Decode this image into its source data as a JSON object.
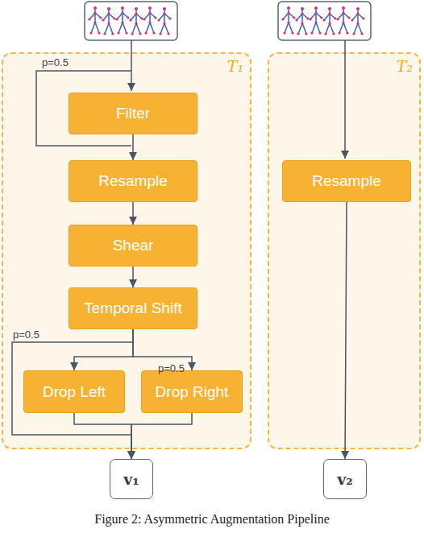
{
  "diagram": {
    "caption": "Figure 2: Asymmetric Augmentation Pipeline",
    "nodes": [
      {
        "text": [
          "T₁"
        ]
      },
      {
        "text": [
          "Filter"
        ],
        "in": 0
      },
      {
        "text": [
          "Resample"
        ],
        "in": 0
      },
      {
        "text": [
          "Shear"
        ],
        "in": 0
      },
      {
        "text": [
          "Temporal Shift"
        ],
        "in": 0
      },
      {
        "text": [
          "Drop Left"
        ],
        "in": 0
      },
      {
        "text": [
          "Drop Right"
        ],
        "in": 0
      },
      {
        "text": [
          "T₂"
        ]
      },
      {
        "text": [
          "Resample"
        ],
        "in": 7
      },
      {
        "text": [
          "v₁"
        ]
      },
      {
        "text": [
          "v₂"
        ]
      }
    ],
    "edges": [
      {
        "from": 1,
        "to": 2,
        "arrow": "to"
      },
      {
        "from": 2,
        "to": 3,
        "arrow": "to"
      },
      {
        "from": 3,
        "to": 4,
        "arrow": "to"
      },
      {
        "from": 4,
        "to": 5,
        "arrow": "to"
      },
      {
        "from": 4,
        "to": 6,
        "arrow": "to"
      },
      {
        "from": 4,
        "to": 9,
        "arrow": "to"
      },
      {
        "from": 5,
        "to": 9,
        "arrow": "to"
      },
      {
        "from": 6,
        "to": 9,
        "arrow": "to"
      },
      {
        "from": 8,
        "to": 10,
        "arrow": "to"
      }
    ],
    "labels": [
      "p=0.5",
      "p=0.5",
      "p=0.5"
    ]
  }
}
